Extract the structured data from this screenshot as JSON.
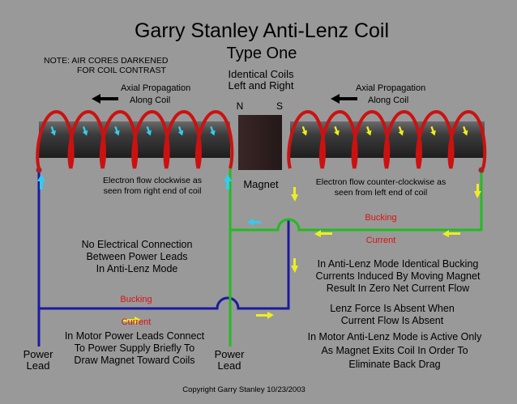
{
  "title": "Garry Stanley Anti-Lenz Coil",
  "subtitle": "Type One",
  "note": [
    "NOTE: AIR CORES DARKENED",
    "FOR COIL CONTRAST"
  ],
  "identical_coils": [
    "Identical Coils",
    "Left and Right"
  ],
  "axial_left": [
    "Axial Propagation",
    "Along Coil"
  ],
  "axial_right": [
    "Axial Propagation",
    "Along Coil"
  ],
  "magnet": {
    "n": "N",
    "s": "S",
    "label": "Magnet"
  },
  "electron_left": [
    "Electron flow clockwise as",
    "seen from right end of coil"
  ],
  "electron_right": [
    "Electron flow counter-clockwise as",
    "seen from left end of coil"
  ],
  "no_connection": [
    "No Electrical Connection",
    "Between Power Leads",
    "In Anti-Lenz Mode"
  ],
  "bucking_left": {
    "bucking": "Bucking",
    "current": "Current"
  },
  "bucking_right": {
    "bucking": "Bucking",
    "current": "Current"
  },
  "anti_lenz_text": [
    "In Anti-Lenz Mode Identical Bucking",
    "Currents Induced By Moving Magnet",
    "Result In Zero Net Current Flow"
  ],
  "lenz_force": [
    "Lenz Force Is Absent When",
    "Current Flow Is Absent"
  ],
  "motor_power": [
    "In Motor Power Leads Connect",
    "To Power Supply Briefly To",
    "Draw Magnet Toward Coils"
  ],
  "motor_anti_lenz": [
    "In Motor Anti-Lenz Mode is Active Only",
    "As Magnet Exits Coil In Order To",
    "Eliminate Back Drag"
  ],
  "power_lead_left": [
    "Power",
    "Lead"
  ],
  "power_lead_right": [
    "Power",
    "Lead"
  ],
  "copyright": "Copyright Garry Stanley 10/23/2003",
  "colors": {
    "background": "#999999",
    "coil_wire": "#cc1111",
    "core": "#3a3a3a",
    "magnet": "#2e2020",
    "blue_lead": "#1a1aa0",
    "green_lead": "#22bb22",
    "cyan_arrow": "#33ccee",
    "yellow_arrow": "#eeee22",
    "bucking_text": "#dd1111"
  }
}
